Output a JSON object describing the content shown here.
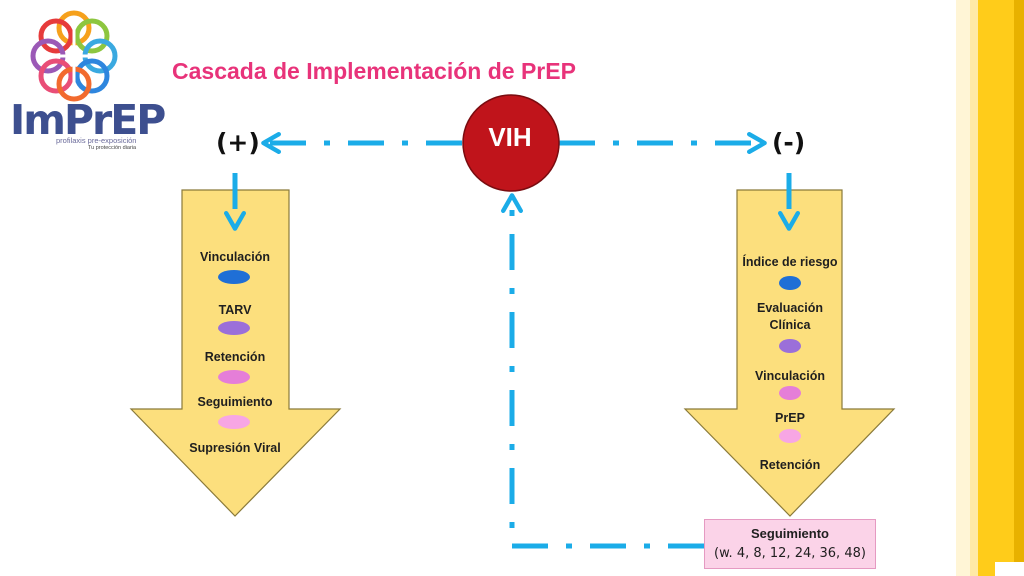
{
  "title": "Cascada de Implementación de PrEP",
  "logo": {
    "brand": "ImPrEP",
    "tagline": "profilaxis pre-exposición",
    "subtagline": "Tu protección diaria"
  },
  "center": {
    "label": "VIH"
  },
  "positive": {
    "sign": "(+)",
    "steps": [
      "Vinculación",
      "TARV",
      "Retención",
      "Seguimiento",
      "Supresión Viral"
    ]
  },
  "negative": {
    "sign": "(-)",
    "steps": [
      "Índice de riesgo",
      "Evaluación\nClínica",
      "Vinculación",
      "PrEP",
      "Retención"
    ]
  },
  "followup": {
    "title": "Seguimiento",
    "weeks": "(w. 4, 8, 12, 24, 36, 48)"
  },
  "colors": {
    "title": "#e8337a",
    "arrow_fill": "#fcdf7d",
    "arrow_stroke": "#8a7a3a",
    "connector": "#1bace8",
    "vih_circle": "#c0141b",
    "followup_box": "#fbd3e8",
    "sidebar": [
      "#fff5d6",
      "#ffe9a6",
      "#ffcc1a",
      "#e8b100"
    ],
    "pills_positive": [
      "#1f6fd6",
      "#9b6fd9",
      "#e57ed8",
      "#f7a6e4"
    ],
    "pills_negative": [
      "#1f6fd6",
      "#9b6fd9",
      "#e57ed8",
      "#f7a6e4"
    ]
  }
}
